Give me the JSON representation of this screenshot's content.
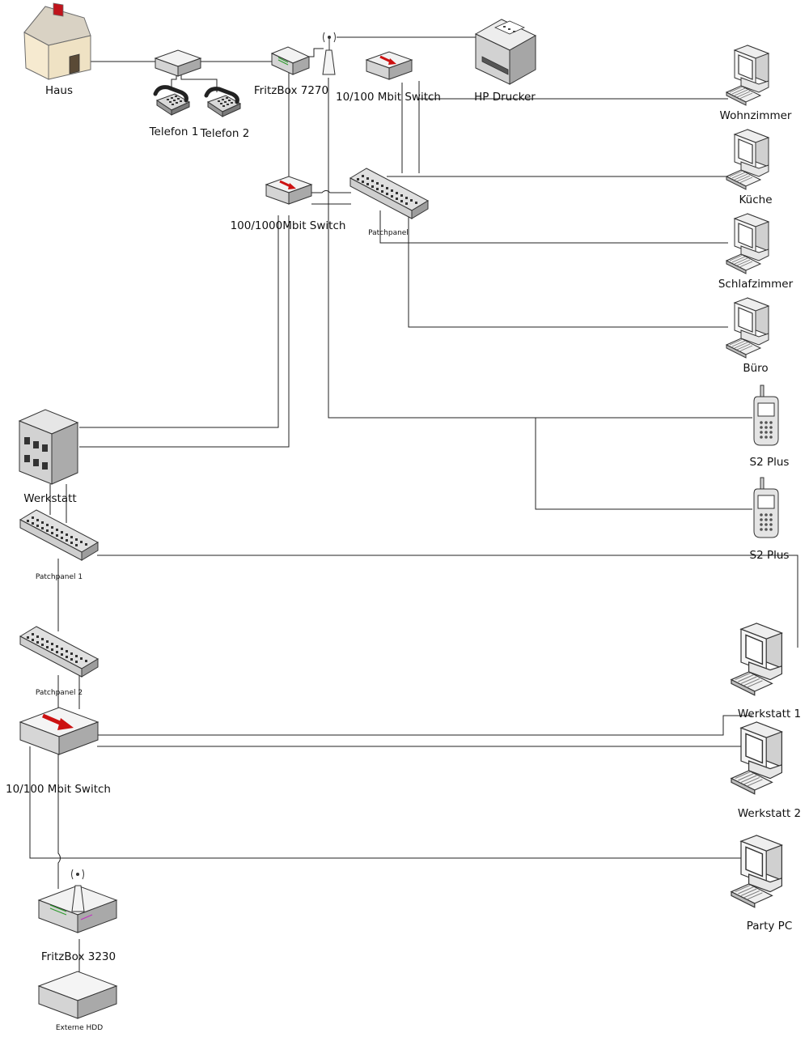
{
  "nodes": {
    "haus": {
      "label": "Haus",
      "icon": "house-icon"
    },
    "splitter": {
      "label": "",
      "icon": "dsl-splitter-icon"
    },
    "telefon1": {
      "label": "Telefon 1",
      "icon": "telephone-icon"
    },
    "telefon2": {
      "label": "Telefon 2",
      "icon": "telephone-icon"
    },
    "fritzbox7270": {
      "label": "FritzBox 7270",
      "icon": "router-icon"
    },
    "antenna_top": {
      "label": "",
      "icon": "wireless-antenna-icon"
    },
    "switch_10_100_top": {
      "label": "10/100 Mbit Switch",
      "icon": "switch-icon"
    },
    "hp_drucker": {
      "label": "HP Drucker",
      "icon": "printer-icon"
    },
    "switch_100_1000": {
      "label": "100/1000Mbit Switch",
      "icon": "switch-icon"
    },
    "patchpanel_top": {
      "label": "Patchpanel",
      "icon": "patch-panel-icon"
    },
    "wohnzimmer": {
      "label": "Wohnzimmer",
      "icon": "pc-icon"
    },
    "kueche": {
      "label": "Küche",
      "icon": "pc-icon"
    },
    "schlafzimmer": {
      "label": "Schlafzimmer",
      "icon": "pc-icon"
    },
    "buero": {
      "label": "Büro",
      "icon": "pc-icon"
    },
    "s2plus_1": {
      "label": "S2 Plus",
      "icon": "mobile-phone-icon"
    },
    "s2plus_2": {
      "label": "S2 Plus",
      "icon": "mobile-phone-icon"
    },
    "werkstatt": {
      "label": "Werkstatt",
      "icon": "building-icon"
    },
    "patchpanel1": {
      "label": "Patchpanel 1",
      "icon": "patch-panel-icon"
    },
    "patchpanel2": {
      "label": "Patchpanel 2",
      "icon": "patch-panel-icon"
    },
    "switch_10_100_bottom": {
      "label": "10/100 Mbit Switch",
      "icon": "switch-icon"
    },
    "werkstatt1": {
      "label": "Werkstatt 1",
      "icon": "pc-icon"
    },
    "werkstatt2": {
      "label": "Werkstatt 2",
      "icon": "pc-icon"
    },
    "party_pc": {
      "label": "Party PC",
      "icon": "pc-icon"
    },
    "fritzbox3230": {
      "label": "FritzBox 3230",
      "icon": "router-icon"
    },
    "externe_hdd": {
      "label": "Externe HDD",
      "icon": "hard-drive-icon"
    }
  },
  "edges": [
    [
      "haus",
      "splitter"
    ],
    [
      "splitter",
      "telefon1"
    ],
    [
      "splitter",
      "telefon2"
    ],
    [
      "splitter",
      "fritzbox7270"
    ],
    [
      "fritzbox7270",
      "antenna_top"
    ],
    [
      "antenna_top",
      "hp_drucker"
    ],
    [
      "fritzbox7270",
      "switch_100_1000"
    ],
    [
      "switch_10_100_top",
      "patchpanel_top"
    ],
    [
      "switch_10_100_top",
      "wohnzimmer"
    ],
    [
      "switch_100_1000",
      "patchpanel_top"
    ],
    [
      "patchpanel_top",
      "kueche"
    ],
    [
      "patchpanel_top",
      "schlafzimmer"
    ],
    [
      "patchpanel_top",
      "buero"
    ],
    [
      "antenna_top",
      "s2plus_1"
    ],
    [
      "antenna_top",
      "s2plus_2"
    ],
    [
      "switch_100_1000",
      "werkstatt"
    ],
    [
      "fritzbox7270",
      "werkstatt"
    ],
    [
      "werkstatt",
      "patchpanel1"
    ],
    [
      "patchpanel1",
      "patchpanel2"
    ],
    [
      "patchpanel1",
      "werkstatt1"
    ],
    [
      "patchpanel2",
      "switch_10_100_bottom"
    ],
    [
      "switch_10_100_bottom",
      "werkstatt1"
    ],
    [
      "switch_10_100_bottom",
      "werkstatt2"
    ],
    [
      "switch_10_100_bottom",
      "party_pc"
    ],
    [
      "patchpanel1",
      "fritzbox3230"
    ],
    [
      "fritzbox3230",
      "externe_hdd"
    ]
  ],
  "colors": {
    "line": "#222222",
    "device_face": "#f2f2f2",
    "device_side": "#bdbdbd",
    "device_dark": "#8c8c8c",
    "arrow_red": "#cc1111",
    "house_wall": "#f6ead0",
    "house_roof": "#d9d2c4",
    "chimney_red": "#c0141c"
  }
}
